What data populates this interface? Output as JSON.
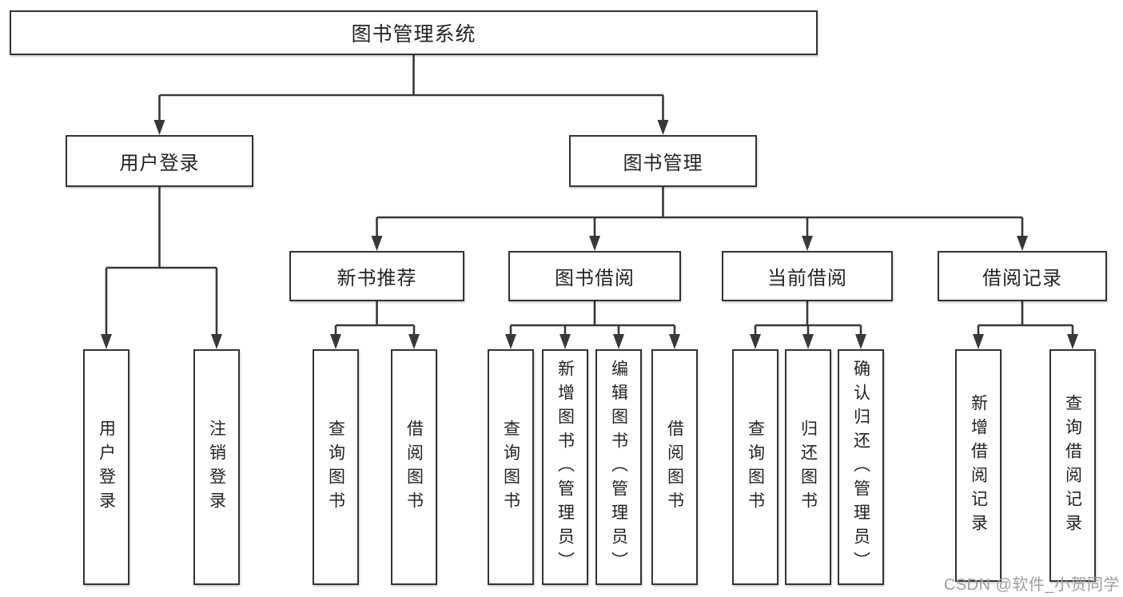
{
  "diagram": {
    "title": "图书管理系统",
    "nodes": {
      "root": "图书管理系统",
      "l2_user_login": "用户登录",
      "l2_book_mgmt": "图书管理",
      "l3_new_books": "新书推荐",
      "l3_book_borrow": "图书借阅",
      "l3_current_borrow": "当前借阅",
      "l3_borrow_records": "借阅记录",
      "leaf_user_login": "用户登录",
      "leaf_logout": "注销登录",
      "leaf_nb_query_book": "查询图书",
      "leaf_nb_borrow_book": "借阅图书",
      "leaf_bb_query_book": "查询图书",
      "leaf_bb_add_book": "新增图书（管理员）",
      "leaf_bb_edit_book": "编辑图书（管理员）",
      "leaf_bb_borrow_book": "借阅图书",
      "leaf_cb_query_book": "查询图书",
      "leaf_cb_return_book": "归还图书",
      "leaf_cb_confirm_return": "确认归还（管理员）",
      "leaf_br_add_record": "新增借阅记录",
      "leaf_br_query_record": "查询借阅记录"
    },
    "hierarchy": {
      "图书管理系统": {
        "用户登录": [
          "用户登录",
          "注销登录"
        ],
        "图书管理": {
          "新书推荐": [
            "查询图书",
            "借阅图书"
          ],
          "图书借阅": [
            "查询图书",
            "新增图书（管理员）",
            "编辑图书（管理员）",
            "借阅图书"
          ],
          "当前借阅": [
            "查询图书",
            "归还图书",
            "确认归还（管理员）"
          ],
          "借阅记录": [
            "新增借阅记录",
            "查询借阅记录"
          ]
        }
      }
    }
  },
  "watermark": "CSDN @软件_小贺同学",
  "colors": {
    "line": "#383838",
    "box_border": "#333333",
    "text": "#232323",
    "watermark_text": "#9e9e9e",
    "background": "#ffffff"
  }
}
